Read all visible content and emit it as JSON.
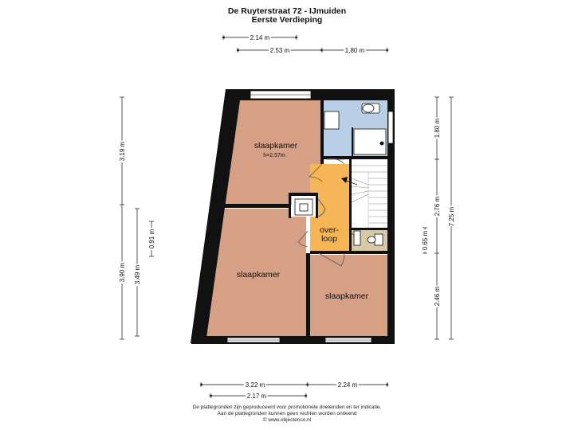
{
  "header": {
    "address": "De Ruyterstraat 72 - IJmuiden",
    "floor": "Eerste Verdieping"
  },
  "dimensions": {
    "top_1": "2.14 m",
    "top_2a": "2.53 m",
    "top_2b": "1,80 m",
    "left_1": "3.19 m",
    "left_2": "3.90 m",
    "left_3": "3.49 m",
    "left_4": "0.91 m",
    "right_1": "1.80 m",
    "right_2": "2.76 m",
    "right_3": "7.25 m",
    "right_4": "0.65 m",
    "right_5": "2.46 m",
    "bottom_1a": "3.22 m",
    "bottom_1b": "2.24 m",
    "bottom_2": "2.17 m"
  },
  "rooms": {
    "slaapkamer_top": "slaapkamer",
    "slaapkamer_top_height": "h=2.57m",
    "slaapkamer_left": "slaapkamer",
    "slaapkamer_right": "slaapkamer",
    "overloop_line1": "over-",
    "overloop_line2": "loop"
  },
  "colors": {
    "bedroom": "#d6a087",
    "landing": "#f6b557",
    "bathroom": "#b9cfe6",
    "wc": "#d7c8a8",
    "wall": "#111111"
  },
  "footer": {
    "line1": "De plattegronden zijn geproduceerd voor promotionele doeleinden en ter indicatie.",
    "line2": "Aan de plattegronden kunnen geen rechten worden ontleend",
    "line3": "© www.objectenco.nl"
  }
}
